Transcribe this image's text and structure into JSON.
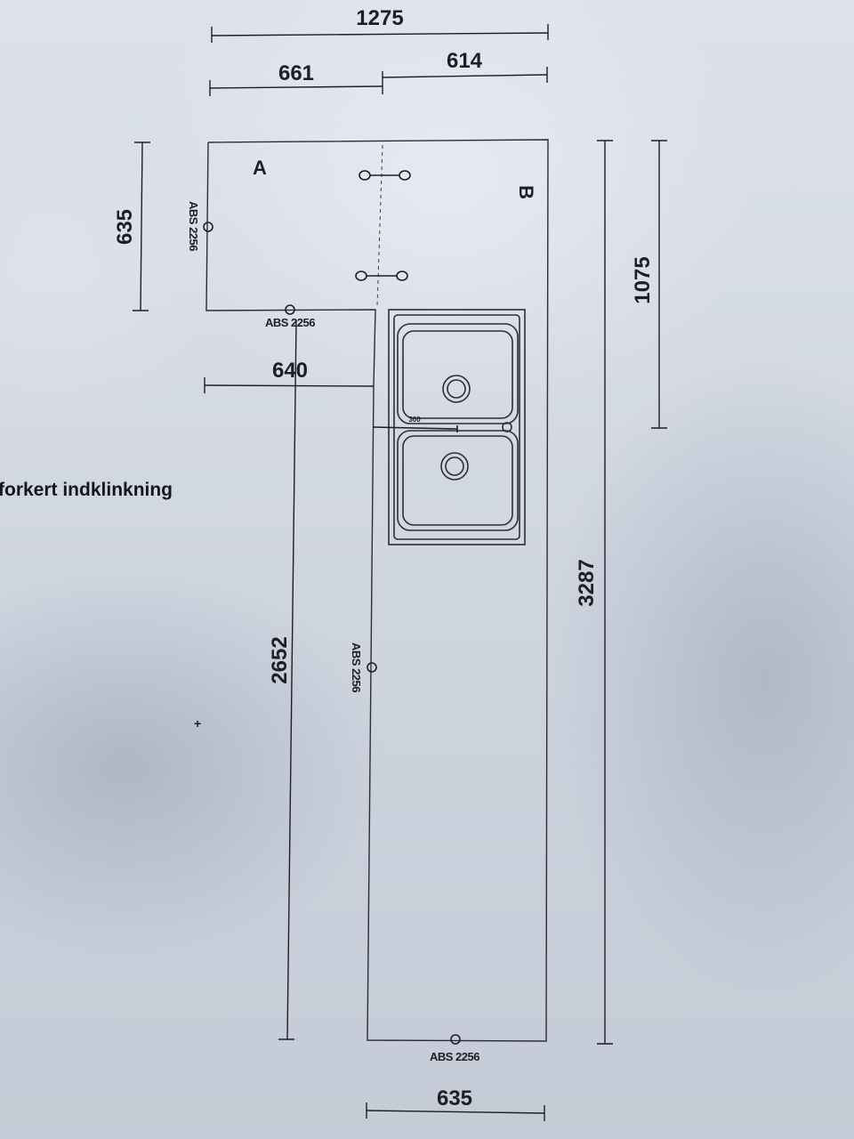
{
  "dimensions": {
    "top_overall": "1275",
    "top_left": "661",
    "top_right": "614",
    "left_upper": "635",
    "mid_width": "640",
    "left_long": "2652",
    "right_partial": "1075",
    "right_overall": "3287",
    "bottom_width": "635"
  },
  "labels": {
    "piece_a": "A",
    "piece_b": "B",
    "edge_band": "ABS 2256",
    "sink_tiny": "300",
    "note": "forkert indklinkning",
    "marker": "+"
  }
}
